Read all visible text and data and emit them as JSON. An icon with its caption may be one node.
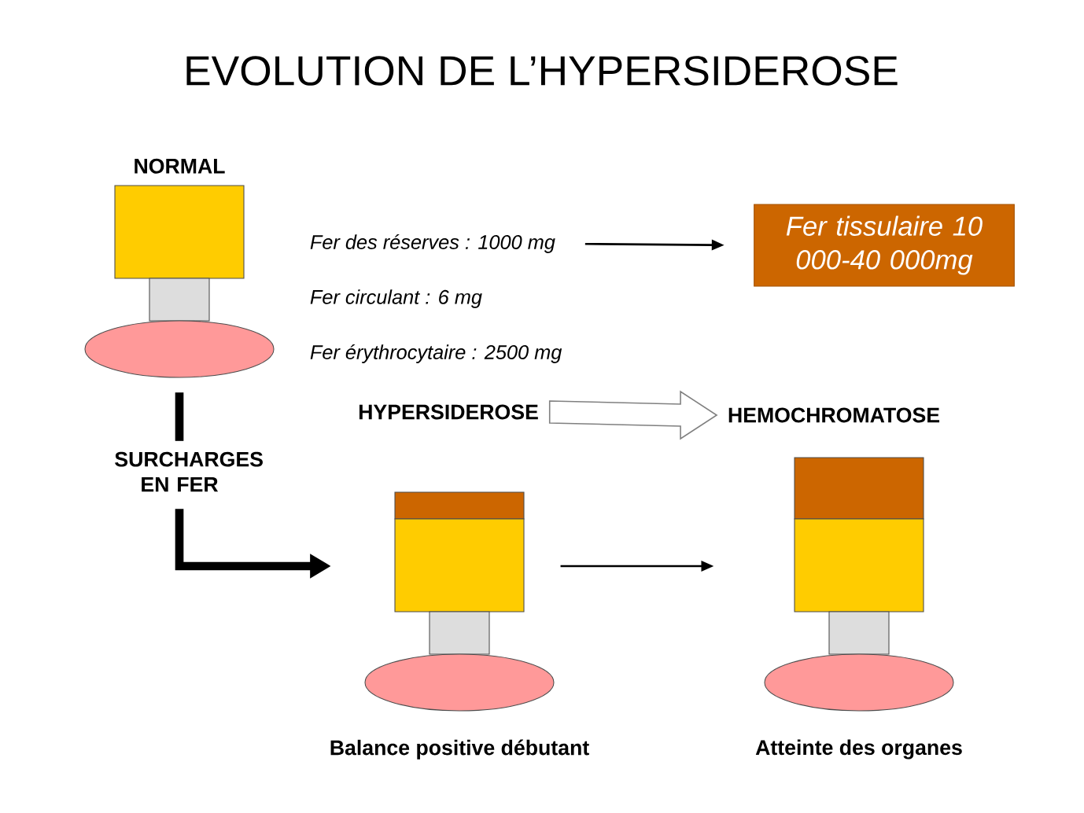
{
  "diagram": {
    "title": "EVOLUTION DE L’HYPERSIDEROSE",
    "nodes": [
      {
        "text": [
          "NORMAL"
        ]
      },
      {
        "text": [
          "Fer des réserves : 1000 mg"
        ]
      },
      {
        "text": [
          "Fer tissulaire 10 000-40 000mg"
        ]
      },
      {
        "text": [
          "HYPERSIDEROSE"
        ]
      },
      {
        "text": [
          "HEMOCHROMATOSE"
        ]
      },
      {
        "text": [
          "SURCHARGES EN FER"
        ]
      },
      {
        "text": [],
        "shape": "box",
        "beside": [
          "Balance positive débutant"
        ]
      },
      {
        "text": [],
        "shape": "box",
        "beside": [
          "Atteinte des organes"
        ]
      }
    ],
    "edges": [
      {
        "from": 0,
        "to": 5,
        "arrow": "none",
        "style": "thick"
      },
      {
        "from": 5,
        "to": 6,
        "arrow": "to",
        "style": "thick"
      },
      {
        "from": 1,
        "to": 2,
        "arrow": "to"
      },
      {
        "from": 3,
        "to": 4,
        "arrow": "to",
        "color": "#808080"
      },
      {
        "from": 6,
        "to": 7,
        "arrow": "to"
      }
    ],
    "labels": [
      "Fer circulant : 6 mg",
      "Fer érythrocytaire : 2500 mg"
    ]
  }
}
